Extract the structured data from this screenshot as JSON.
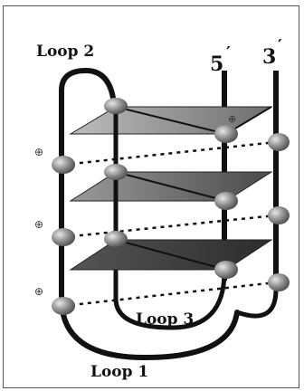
{
  "labels": {
    "loop1": "Loop 1",
    "loop2": "Loop 2",
    "loop3": "Loop 3",
    "five_prime": "5",
    "three_prime": "3",
    "prime_mark": "′"
  },
  "ion_symbol": "⊕",
  "colors": {
    "strand": "#111111",
    "tetrad_light": "#a8a8a8",
    "tetrad_dark": "#3c3c3c",
    "sphere": "#8c8c8c"
  }
}
